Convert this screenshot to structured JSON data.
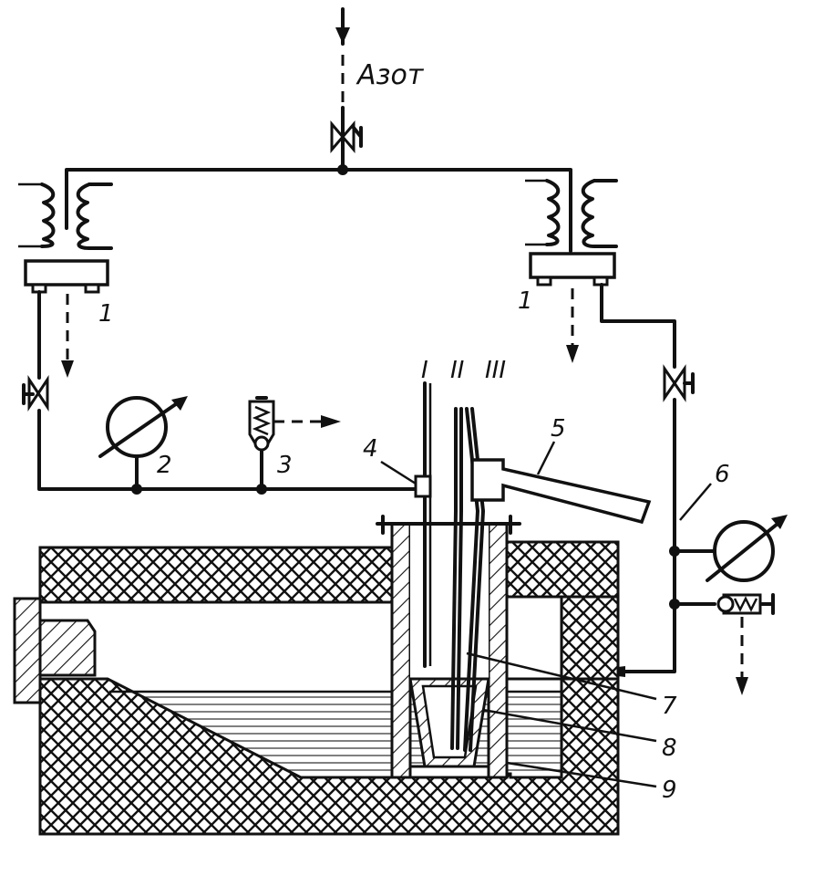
{
  "labels": {
    "gas": "Азот",
    "n1_left": "1",
    "n1_right": "1",
    "n2": "2",
    "n3": "3",
    "n4": "4",
    "n5": "5",
    "n6": "6",
    "n7": "7",
    "n8": "8",
    "n9": "9",
    "r1": "I",
    "r2": "II",
    "r3": "III"
  },
  "colors": {
    "ink": "#111111",
    "paper": "#ffffff"
  }
}
